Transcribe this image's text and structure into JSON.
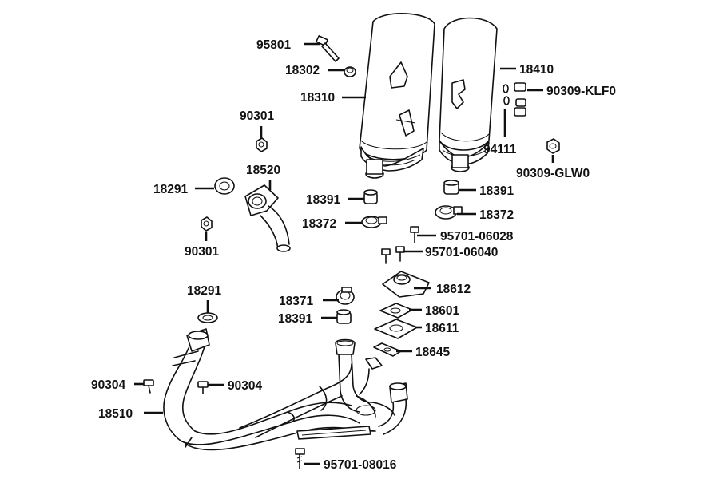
{
  "labels": {
    "p95801": "95801",
    "p18302": "18302",
    "p18310": "18310",
    "p18410": "18410",
    "p90309_klf0": "90309-KLF0",
    "p90301_top": "90301",
    "p94111": "94111",
    "p90309_glw0": "90309-GLW0",
    "p18520": "18520",
    "p18291_top": "18291",
    "p18391_mid": "18391",
    "p18391_right": "18391",
    "p18372_left": "18372",
    "p18372_right": "18372",
    "p90301_bottom": "90301",
    "p95701_06028": "95701-06028",
    "p95701_06040": "95701-06040",
    "p18612": "18612",
    "p18291_bottom": "18291",
    "p18371": "18371",
    "p18601": "18601",
    "p18391_low": "18391",
    "p18611": "18611",
    "p18645": "18645",
    "p90304_left": "90304",
    "p90304_right": "90304",
    "p18510": "18510",
    "p95701_08016": "95701-08016"
  },
  "colors": {
    "line": "#111111",
    "background": "#ffffff"
  }
}
